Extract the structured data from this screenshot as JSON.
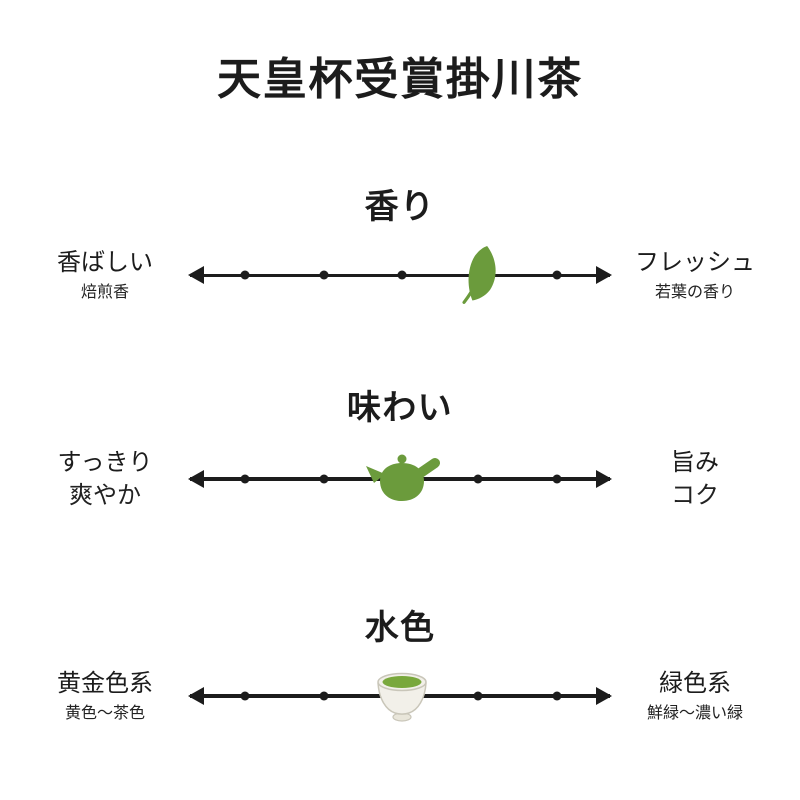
{
  "title": "天皇杯受賞掛川茶",
  "colors": {
    "tea_green": "#6b9b3c",
    "liquor_green": "#79a83c",
    "cup_body": "#f2f0e9",
    "cup_outline": "#c9c6b9",
    "line": "#1c1c1c"
  },
  "ticks": [
    13.5,
    32,
    50.5,
    68.5,
    87
  ],
  "scales": [
    {
      "id": "aroma",
      "heading": "香り",
      "left": {
        "label": "香ばしい",
        "sub": "焙煎香"
      },
      "right": {
        "label": "フレッシュ",
        "sub": "若葉の香り"
      },
      "marker": {
        "icon": "leaf-icon",
        "position_percent": 68.5,
        "value_on_5": 4
      }
    },
    {
      "id": "taste",
      "heading": "味わい",
      "left": {
        "label": "すっきり",
        "sub": "爽やか"
      },
      "right": {
        "label": "旨み",
        "sub": "コク"
      },
      "marker": {
        "icon": "teapot-icon",
        "position_percent": 50.5,
        "value_on_5": 3
      }
    },
    {
      "id": "liquor-color",
      "heading": "水色",
      "left": {
        "label": "黄金色系",
        "sub": "黄色〜茶色"
      },
      "right": {
        "label": "緑色系",
        "sub": "鮮緑〜濃い緑"
      },
      "marker": {
        "icon": "teacup-icon",
        "position_percent": 50.5,
        "value_on_5": 3
      }
    }
  ]
}
